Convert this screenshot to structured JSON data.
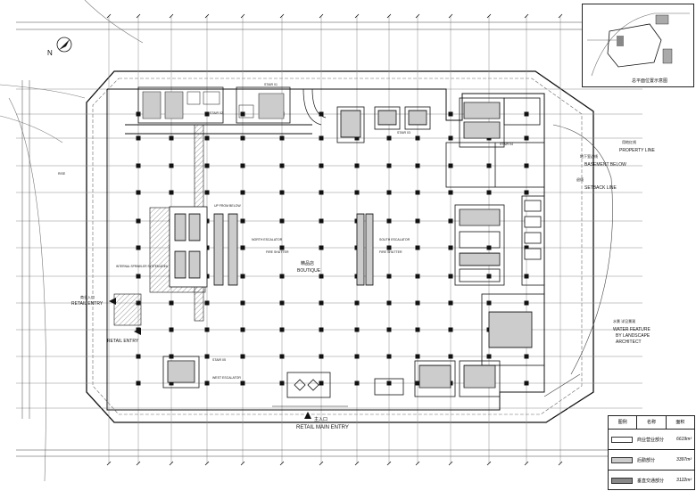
{
  "north": {
    "label": "N"
  },
  "labels": {
    "retail_main_entry": "RETAIL MAIN ENTRY",
    "retail_main_entry_cn": "主入口",
    "retail_entry_1": "RETAIL ENTRY",
    "retail_entry_2": "RETAIL ENTRY",
    "retail_entry_cn": "商业入口",
    "boutique": "BOUTIQUE",
    "boutique_cn": "精品店",
    "property_line": "PROPERTY LINE",
    "property_line_cn": "用地红线",
    "basement_below": "BASEMENT BELOW",
    "basement_below_cn": "地下室边线",
    "setback_line": "SETBACK LINE",
    "setback_line_cn": "退线",
    "water_feature_1": "WATER FEATURE",
    "water_feature_2": "BY LANDSCAPE",
    "water_feature_3": "ARCHITECT",
    "water_feature_cn": "水景 详见景观",
    "fire_shutter_1": "FIRE SHUTTER",
    "fire_shutter_2": "FIRE SHUTTER",
    "west_escalator": "WEST ESCALATOR",
    "north_escalator": "NORTH ESCALATOR",
    "south_escalator": "SOUTH ESCALATOR",
    "up_from_below": "UP FROM BELOW",
    "stair_a": "STAIR 01",
    "stair_b": "STAIR 02",
    "stair_c": "STAIR 03",
    "stair_d": "STAIR 04",
    "stair_e": "STAIR 05",
    "sprinkler": "INTERNAL SPRINKLER SYSTEM AREA",
    "rise_label": "RISE"
  },
  "minimap": {
    "caption": "总平面位置示意图"
  },
  "legend": {
    "headers": [
      "图例",
      "名称",
      "面积"
    ],
    "rows": [
      {
        "name": "商业营业部分",
        "area": "6619m²",
        "swatch": "#ffffff"
      },
      {
        "name": "后勤部分",
        "area": "3397m²",
        "swatch": "#cccccc"
      },
      {
        "name": "垂直交通部分",
        "area": "3122m²",
        "swatch": "#888888"
      }
    ]
  },
  "colors": {
    "line": "#111111",
    "light": "#9a9a9a",
    "hatch": "#555555"
  }
}
